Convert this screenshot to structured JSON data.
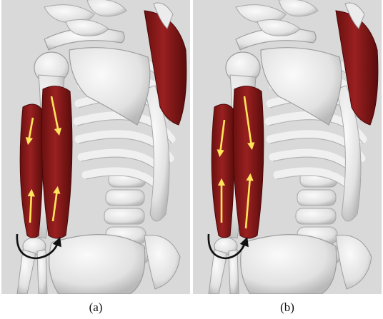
{
  "panels": [
    {
      "id": "a",
      "caption": "(a)"
    },
    {
      "id": "b",
      "caption": "(b)"
    }
  ],
  "colors": {
    "background": "#d9d9d9",
    "bone": "#ececec",
    "bone_shadow": "#bdbdbd",
    "muscle": "#8e1b1b",
    "muscle_dark": "#5e0e0e",
    "force_arrow": "#ffe45c",
    "rotation_arrow": "#111111"
  }
}
